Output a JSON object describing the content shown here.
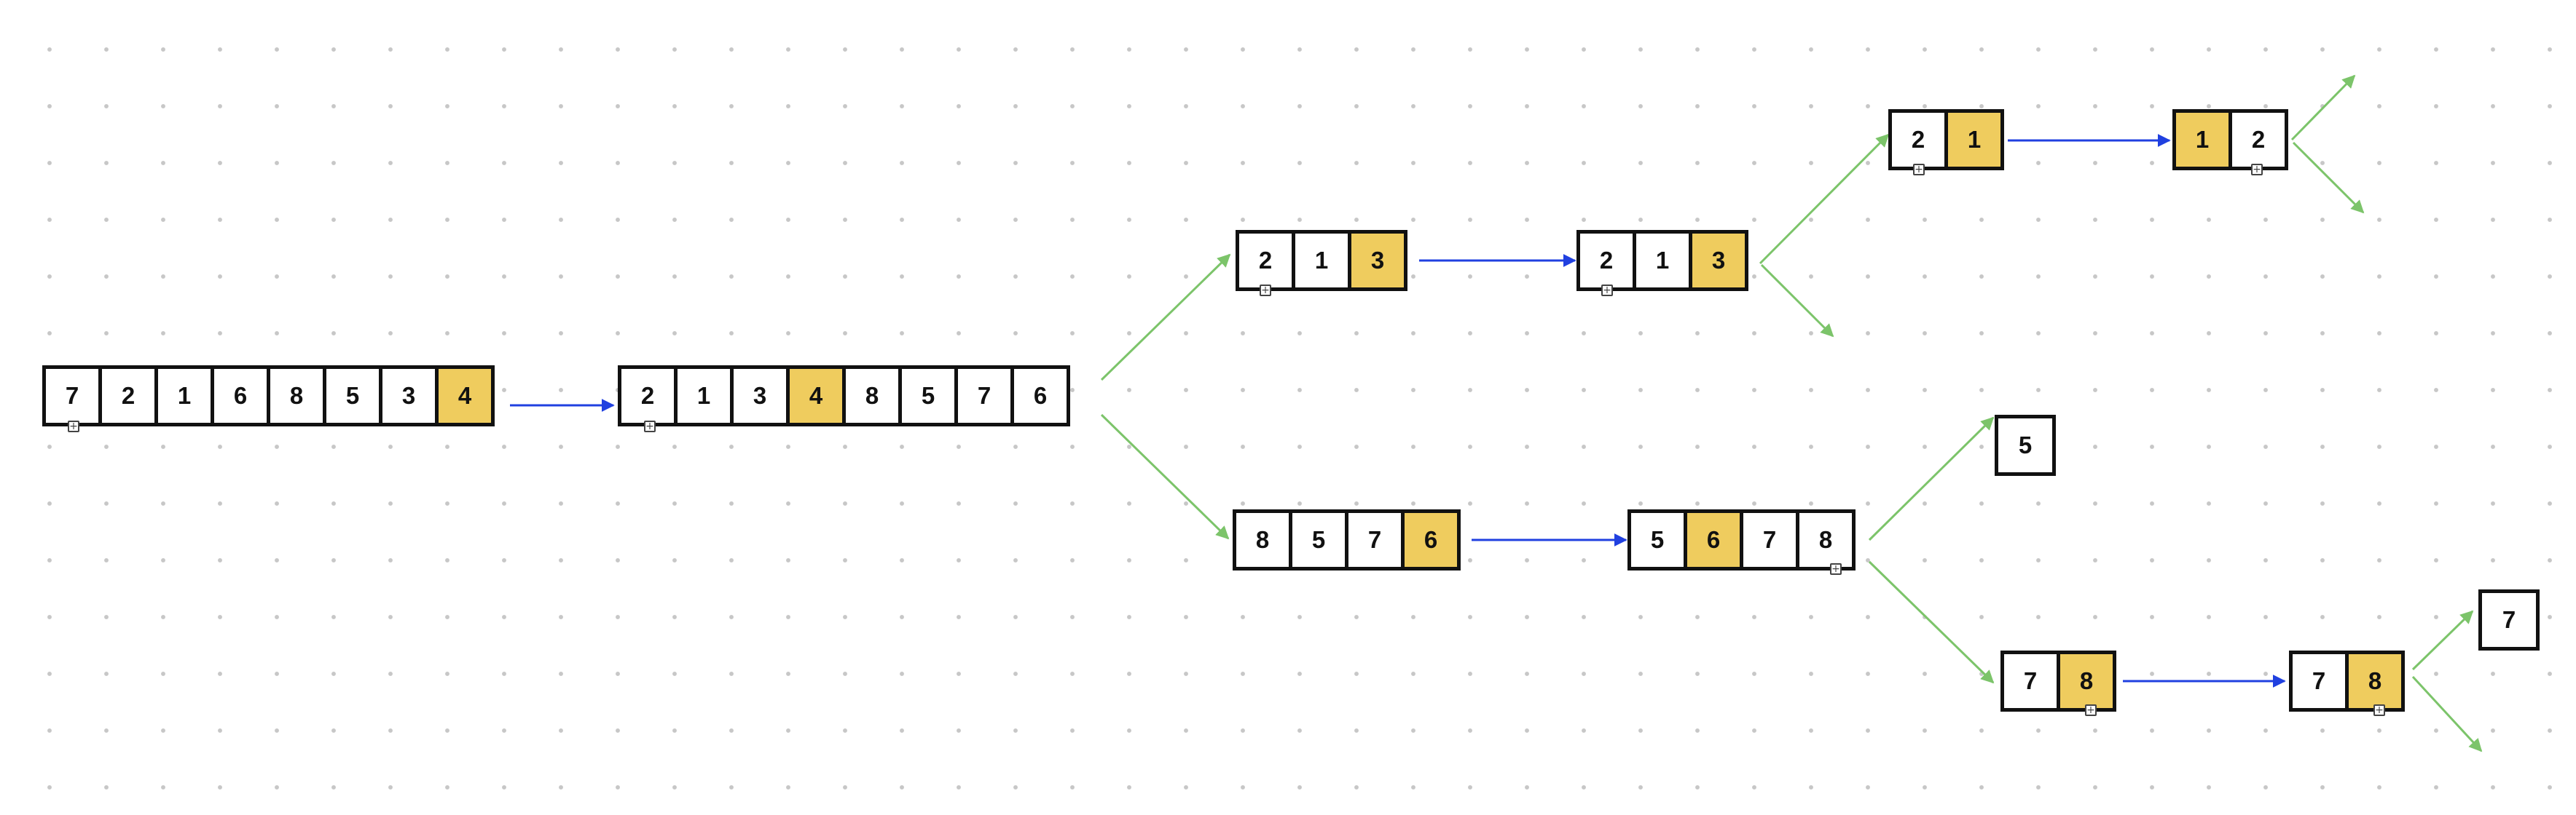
{
  "colors": {
    "pivot": "#efcc5e",
    "partition_arrow": "#2040e0",
    "split_arrow": "#7cc46a"
  },
  "arrays": [
    {
      "name": "root-input",
      "cells": [
        "7",
        "2",
        "1",
        "6",
        "8",
        "5",
        "3",
        "4"
      ],
      "pivot": 7
    },
    {
      "name": "root-partitioned",
      "cells": [
        "2",
        "1",
        "3",
        "4",
        "8",
        "5",
        "7",
        "6"
      ],
      "pivot": 3
    },
    {
      "name": "left-input",
      "cells": [
        "2",
        "1",
        "3"
      ],
      "pivot": 2
    },
    {
      "name": "left-partitioned",
      "cells": [
        "2",
        "1",
        "3"
      ],
      "pivot": 2
    },
    {
      "name": "left-left-input",
      "cells": [
        "2",
        "1"
      ],
      "pivot": 1
    },
    {
      "name": "left-left-partitioned",
      "cells": [
        "1",
        "2"
      ],
      "pivot": 0
    },
    {
      "name": "right-input",
      "cells": [
        "8",
        "5",
        "7",
        "6"
      ],
      "pivot": 3
    },
    {
      "name": "right-partitioned",
      "cells": [
        "5",
        "6",
        "7",
        "8"
      ],
      "pivot": 1
    },
    {
      "name": "right-right-input",
      "cells": [
        "7",
        "8"
      ],
      "pivot": 1
    },
    {
      "name": "right-right-partitioned",
      "cells": [
        "7",
        "8"
      ],
      "pivot": 1
    }
  ],
  "singles": [
    "5",
    "7"
  ]
}
